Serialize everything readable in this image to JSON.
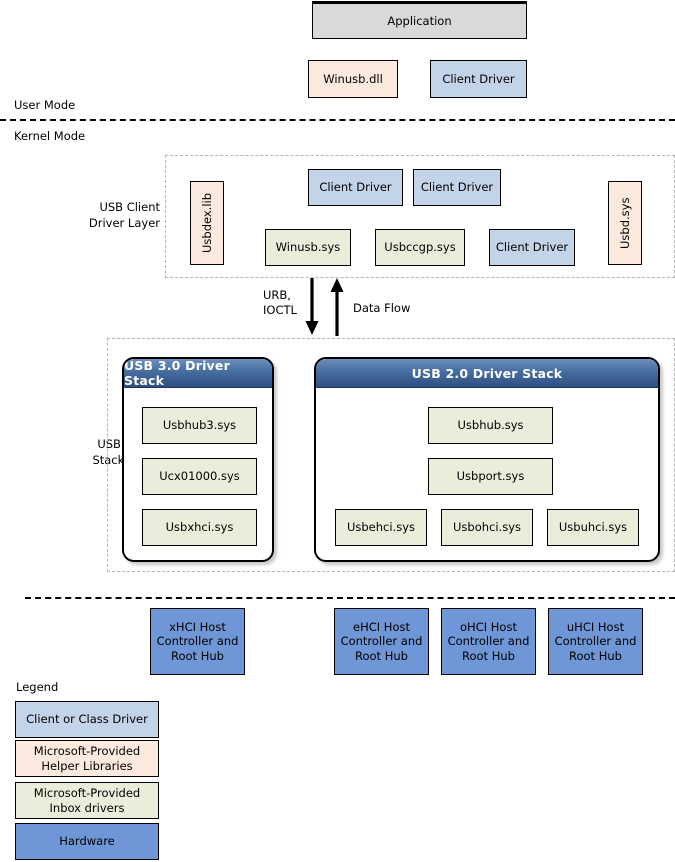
{
  "modes": {
    "user_label": "User Mode",
    "kernel_label": "Kernel Mode"
  },
  "user_mode": {
    "application": "Application",
    "winusb_dll": "Winusb.dll",
    "client_driver": "Client Driver"
  },
  "client_driver_layer": {
    "caption": "USB Client\nDriver Layer",
    "usbdex_lib": "Usbdex.lib",
    "client_driver_1": "Client Driver",
    "client_driver_2": "Client Driver",
    "winusb_sys": "Winusb.sys",
    "usbccgp_sys": "Usbccgp.sys",
    "client_driver_3": "Client Driver",
    "usbd_sys": "Usbd.sys"
  },
  "flow": {
    "urb_ioctl": "URB,\nIOCTL",
    "data_flow": "Data Flow"
  },
  "driver_stack_layer": {
    "caption": "USB Driver\nStack Layer",
    "usb3_stack": {
      "title": "USB 3.0 Driver Stack",
      "items": [
        "Usbhub3.sys",
        "Ucx01000.sys",
        "Usbxhci.sys"
      ]
    },
    "usb2_stack": {
      "title": "USB 2.0 Driver Stack",
      "top_items": [
        "Usbhub.sys",
        "Usbport.sys"
      ],
      "bottom_items": [
        "Usbehci.sys",
        "Usbohci.sys",
        "Usbuhci.sys"
      ]
    }
  },
  "hardware": {
    "xhci": "xHCI Host\nController and\nRoot Hub",
    "ehci": "eHCI Host\nController and\nRoot Hub",
    "ohci": "oHCI Host\nController and\nRoot Hub",
    "uhci": "uHCI Host\nController and\nRoot Hub"
  },
  "legend": {
    "title": "Legend",
    "items": [
      {
        "label": "Client or Class Driver",
        "color": "#c3d3e8"
      },
      {
        "label": "Microsoft-Provided\nHelper Libraries",
        "color": "#fdeade"
      },
      {
        "label": "Microsoft-Provided\nInbox drivers",
        "color": "#e9eedb"
      },
      {
        "label": "Hardware",
        "color": "#6f96d6"
      }
    ]
  },
  "colors": {
    "client_driver": "#c3d3e8",
    "helper_library": "#fdeade",
    "inbox_driver": "#e9eedb",
    "hardware": "#6f96d6",
    "application": "#d9d9d9",
    "stack_header_top": "#6b8fbe",
    "stack_header_bottom": "#2f4f83"
  }
}
